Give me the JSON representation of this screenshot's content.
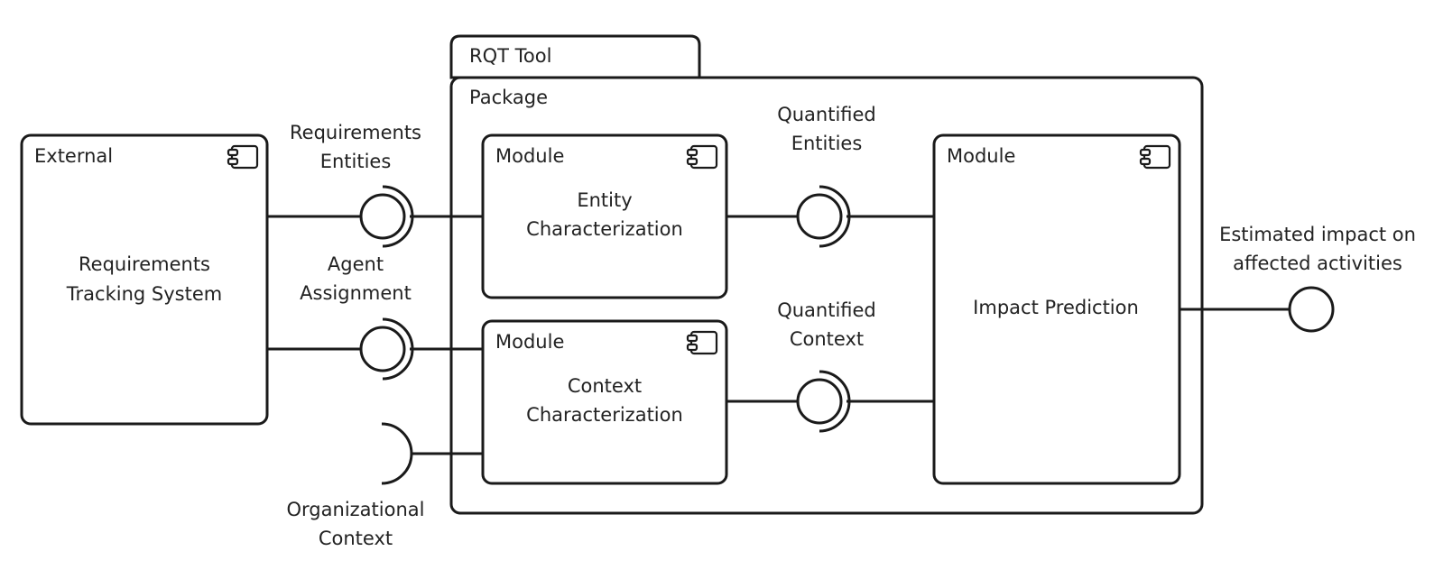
{
  "package": {
    "tab_label": "RQT Tool",
    "label": "Package"
  },
  "external": {
    "stereotype": "External",
    "name_lines": [
      "Requirements",
      "Tracking System"
    ],
    "icon": "component-icon"
  },
  "modules": {
    "entity": {
      "stereotype": "Module",
      "name_lines": [
        "Entity",
        "Characterization"
      ],
      "icon": "component-icon"
    },
    "context": {
      "stereotype": "Module",
      "name_lines": [
        "Context",
        "Characterization"
      ],
      "icon": "component-icon"
    },
    "impact": {
      "stereotype": "Module",
      "name_lines": [
        "Impact Prediction"
      ],
      "icon": "component-icon"
    }
  },
  "interfaces": {
    "requirements_entities": [
      "Requirements",
      "Entities"
    ],
    "agent_assignment": [
      "Agent",
      "Assignment"
    ],
    "organizational_context": [
      "Organizational",
      "Context"
    ],
    "quantified_entities": [
      "Quantified",
      "Entities"
    ],
    "quantified_context": [
      "Quantified",
      "Context"
    ],
    "estimated_impact": [
      "Estimated impact on",
      "affected activities"
    ]
  }
}
